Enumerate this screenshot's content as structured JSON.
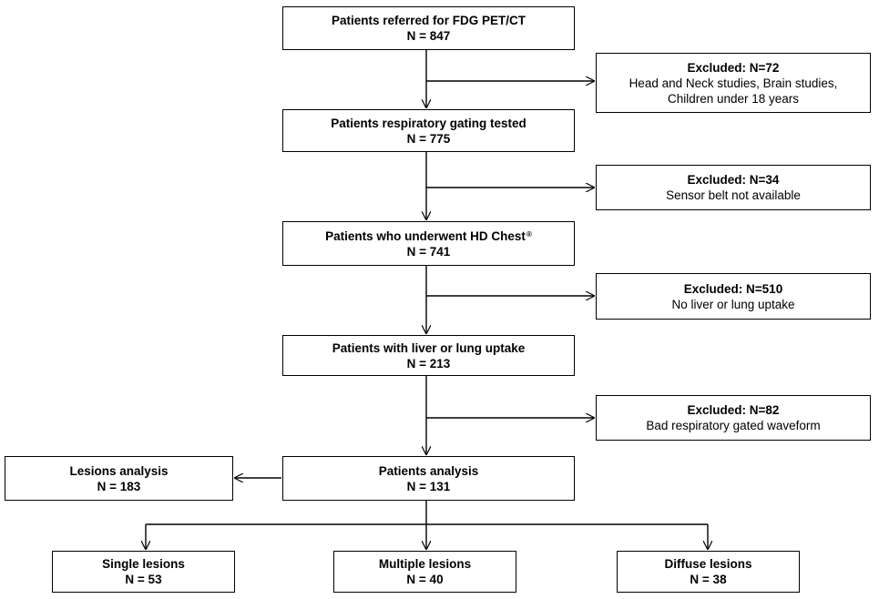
{
  "flowchart": {
    "referred": {
      "title": "Patients referred for FDG PET/CT",
      "count": "N = 847"
    },
    "excl_1": {
      "title": "Excluded:  N=72",
      "lines": [
        "Head and Neck studies, Brain studies,",
        "Children under 18 years"
      ]
    },
    "gating": {
      "title": "Patients respiratory gating tested",
      "count": "N = 775"
    },
    "excl_2": {
      "title": "Excluded:  N=34",
      "lines": [
        "Sensor belt not available"
      ]
    },
    "hd_chest": {
      "title": "Patients who underwent HD Chest",
      "sup": "®",
      "count": "N = 741"
    },
    "excl_3": {
      "title": "Excluded:  N=510",
      "lines": [
        "No liver or lung uptake"
      ]
    },
    "uptake": {
      "title": "Patients with liver or lung uptake",
      "count": "N = 213"
    },
    "excl_4": {
      "title": "Excluded:  N=82",
      "lines": [
        "Bad respiratory gated waveform"
      ]
    },
    "patients_analysis": {
      "title": "Patients analysis",
      "count": "N = 131"
    },
    "lesions_analysis": {
      "title": "Lesions analysis",
      "count": "N = 183"
    },
    "single": {
      "title": "Single lesions",
      "count": "N = 53"
    },
    "multiple": {
      "title": "Multiple lesions",
      "count": "N = 40"
    },
    "diffuse": {
      "title": "Diffuse lesions",
      "count": "N = 38"
    }
  }
}
